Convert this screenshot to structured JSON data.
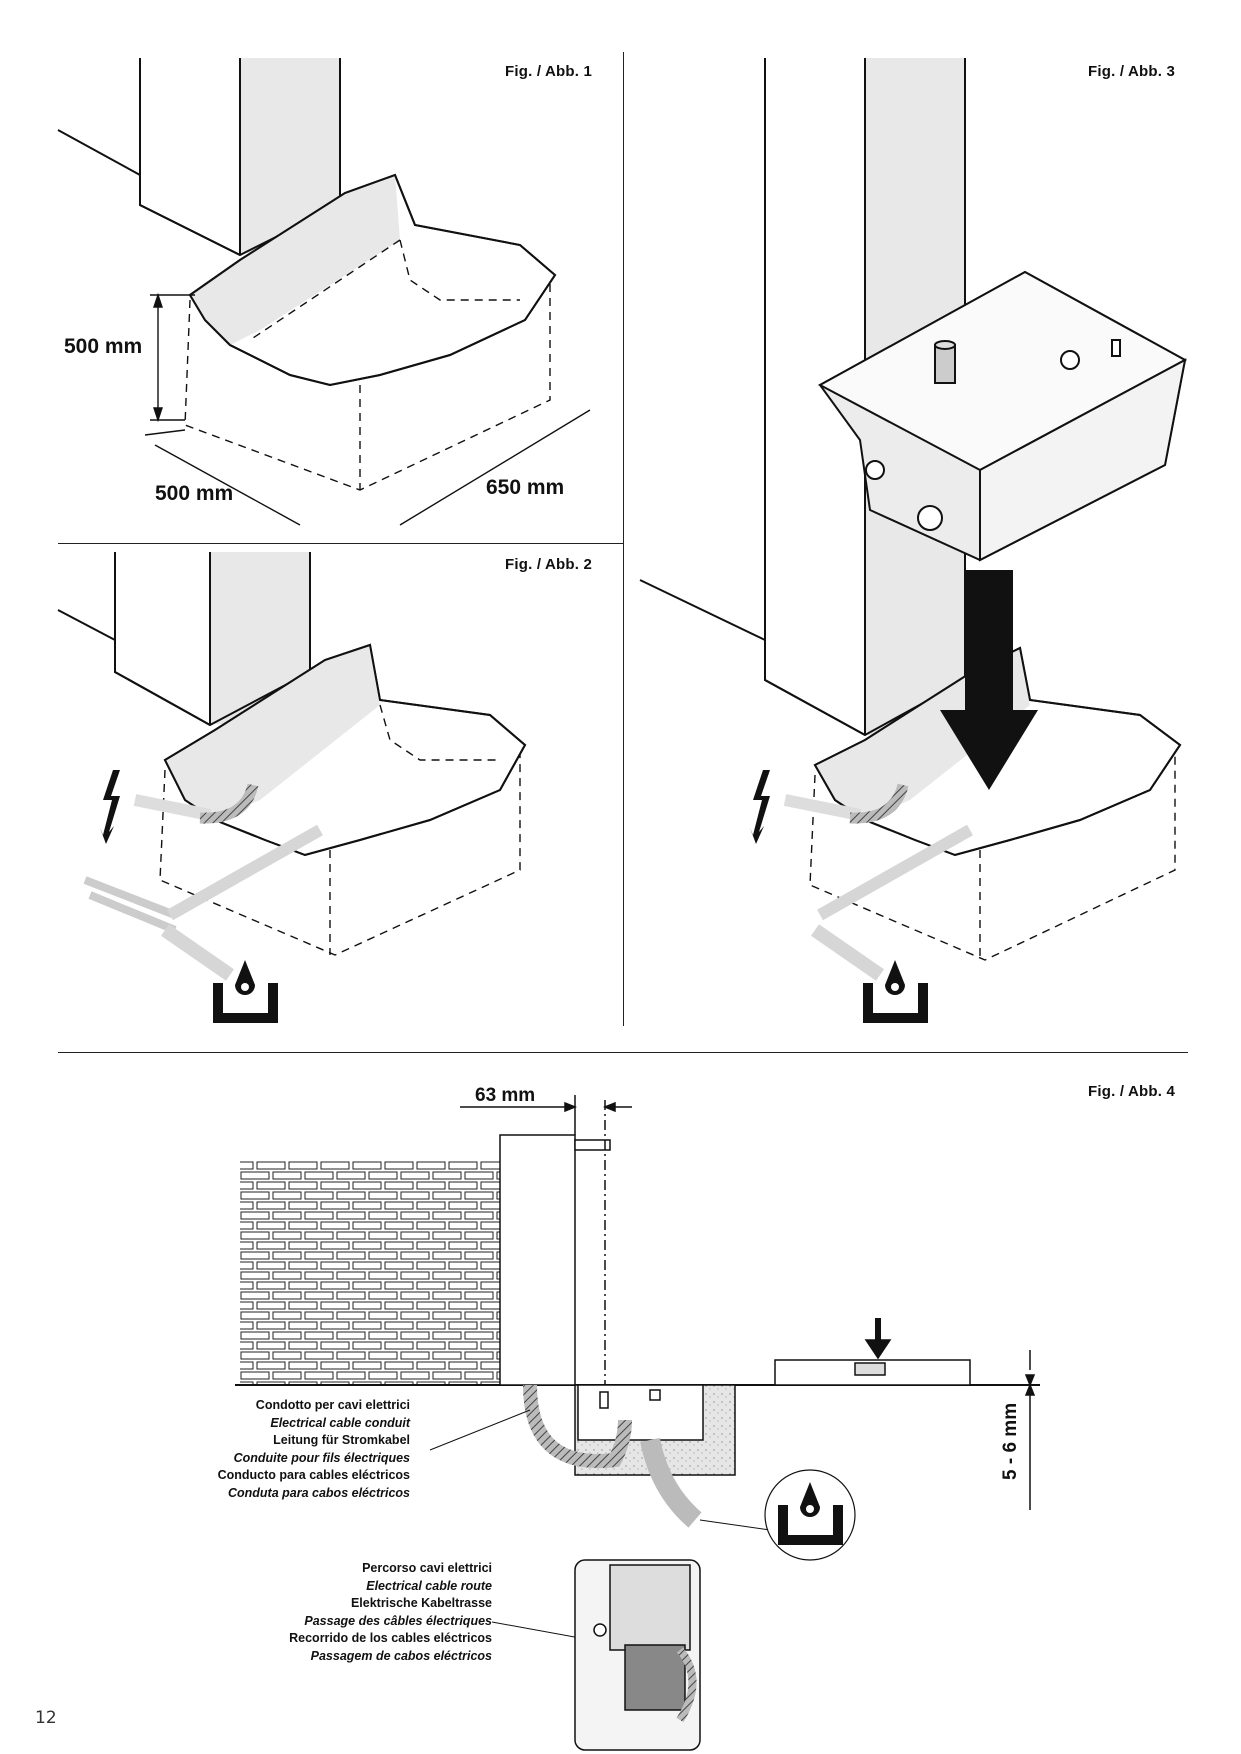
{
  "figures": {
    "fig1": {
      "label": "Fig. / Abb. 1",
      "dim_height": "500 mm",
      "dim_width": "500 mm",
      "dim_depth": "650 mm"
    },
    "fig2": {
      "label": "Fig. / Abb. 2"
    },
    "fig3": {
      "label": "Fig. / Abb. 3"
    },
    "fig4": {
      "label": "Fig. / Abb. 4",
      "dim_offset": "63 mm",
      "dim_depth": "5 - 6 mm",
      "conduit_caption": [
        "Condotto per cavi elettrici",
        "Electrical cable conduit",
        "Leitung für Stromkabel",
        "Conduite pour fils électriques",
        "Conducto para cables eléctricos",
        "Conduta para cabos eléctricos"
      ],
      "route_caption": [
        "Percorso cavi elettrici",
        "Electrical cable route",
        "Elektrische Kabeltrasse",
        "Passage des câbles électriques",
        "Recorrido de los cables eléctricos",
        "Passagem de cabos eléctricos"
      ]
    }
  },
  "icons": [
    "lightning-icon",
    "drainage-icon",
    "down-arrow-icon"
  ],
  "page_number": "12"
}
